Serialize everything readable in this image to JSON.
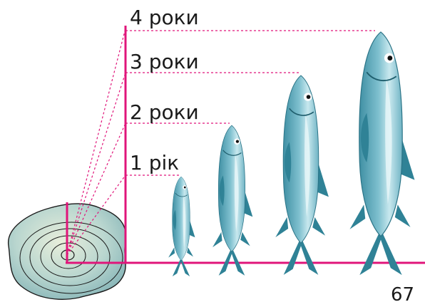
{
  "labels": {
    "age_1": "1 рік",
    "age_2": "2 роки",
    "age_3": "3 роки",
    "age_4": "4 роки"
  },
  "page_number": "67",
  "colors": {
    "axis": "#e0157a",
    "dash": "#e0157a",
    "fish_body": "#5fa9bd",
    "fish_light": "#bfe3ea",
    "fish_dark": "#2f7f93",
    "scale_fill": "#a9cfcb",
    "scale_ring": "#1a1a1a"
  },
  "icons": {
    "scale": "fish-scale-icon",
    "fish": "fish-icon"
  }
}
